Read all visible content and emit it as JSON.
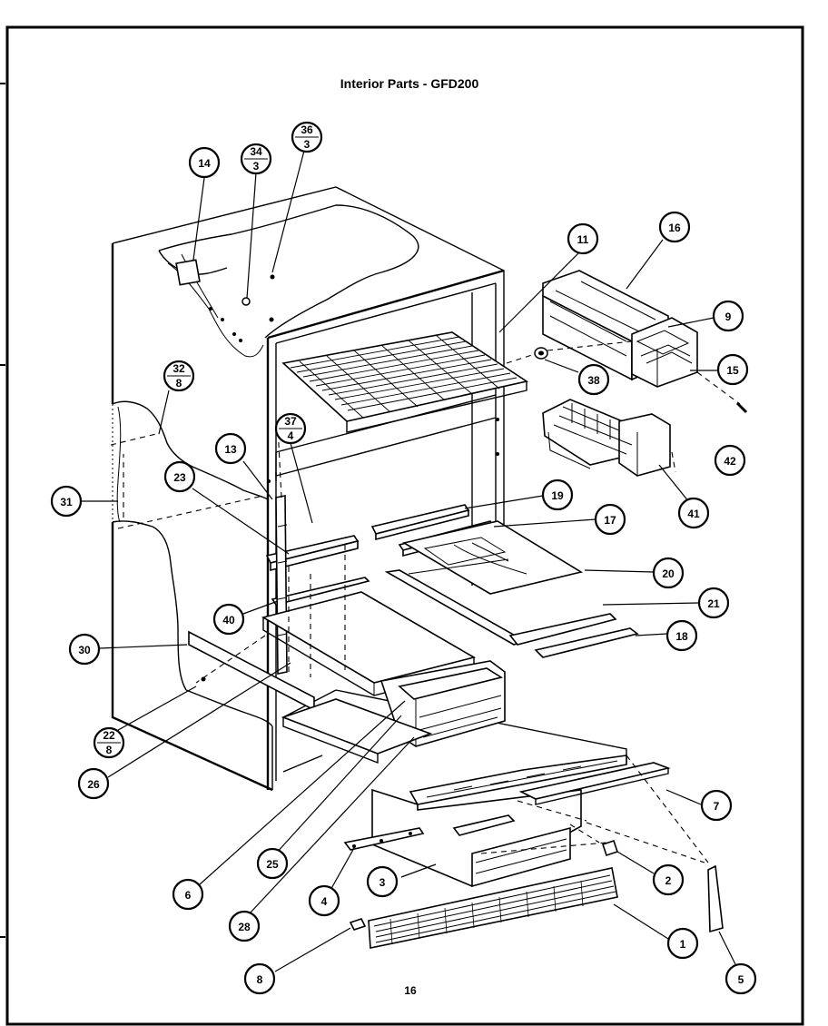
{
  "page": {
    "title": "Interior Parts - GFD200",
    "page_number": "16"
  },
  "callouts": [
    {
      "id": "c14",
      "label": "14"
    },
    {
      "id": "c34",
      "top": "34",
      "bottom": "3"
    },
    {
      "id": "c36",
      "top": "36",
      "bottom": "3"
    },
    {
      "id": "c11",
      "label": "11"
    },
    {
      "id": "c16",
      "label": "16"
    },
    {
      "id": "c9",
      "label": "9"
    },
    {
      "id": "c15",
      "label": "15"
    },
    {
      "id": "c38",
      "label": "38"
    },
    {
      "id": "c32",
      "top": "32",
      "bottom": "8"
    },
    {
      "id": "c37",
      "top": "37",
      "bottom": "4"
    },
    {
      "id": "c42",
      "label": "42"
    },
    {
      "id": "c13",
      "label": "13"
    },
    {
      "id": "c23",
      "label": "23"
    },
    {
      "id": "c31",
      "label": "31"
    },
    {
      "id": "c19",
      "label": "19"
    },
    {
      "id": "c17",
      "label": "17"
    },
    {
      "id": "c41",
      "label": "41"
    },
    {
      "id": "c20",
      "label": "20"
    },
    {
      "id": "c21",
      "label": "21"
    },
    {
      "id": "c40",
      "label": "40"
    },
    {
      "id": "c18",
      "label": "18"
    },
    {
      "id": "c30",
      "label": "30"
    },
    {
      "id": "c22",
      "top": "22",
      "bottom": "8"
    },
    {
      "id": "c26",
      "label": "26"
    },
    {
      "id": "c7",
      "label": "7"
    },
    {
      "id": "c2",
      "label": "2"
    },
    {
      "id": "c25",
      "label": "25"
    },
    {
      "id": "c3",
      "label": "3"
    },
    {
      "id": "c6",
      "label": "6"
    },
    {
      "id": "c4",
      "label": "4"
    },
    {
      "id": "c28",
      "label": "28"
    },
    {
      "id": "c1",
      "label": "1"
    },
    {
      "id": "c8",
      "label": "8"
    },
    {
      "id": "c5",
      "label": "5"
    }
  ]
}
